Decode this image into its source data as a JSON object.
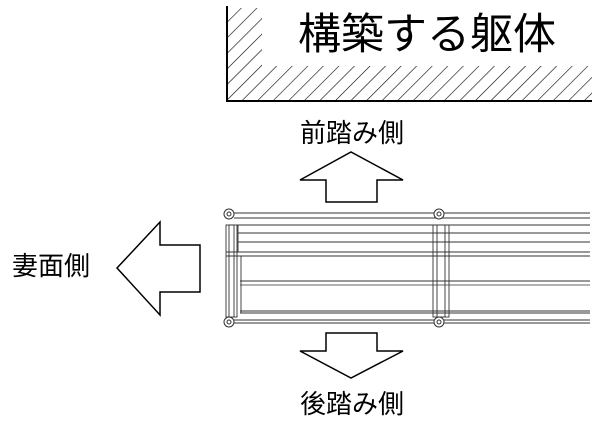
{
  "labels": {
    "structure": "構築する躯体",
    "front_side": "前踏み側",
    "end_side": "妻面側",
    "back_side": "後踏み側"
  },
  "colors": {
    "line": "#000000",
    "rail_gray": "#999999"
  }
}
